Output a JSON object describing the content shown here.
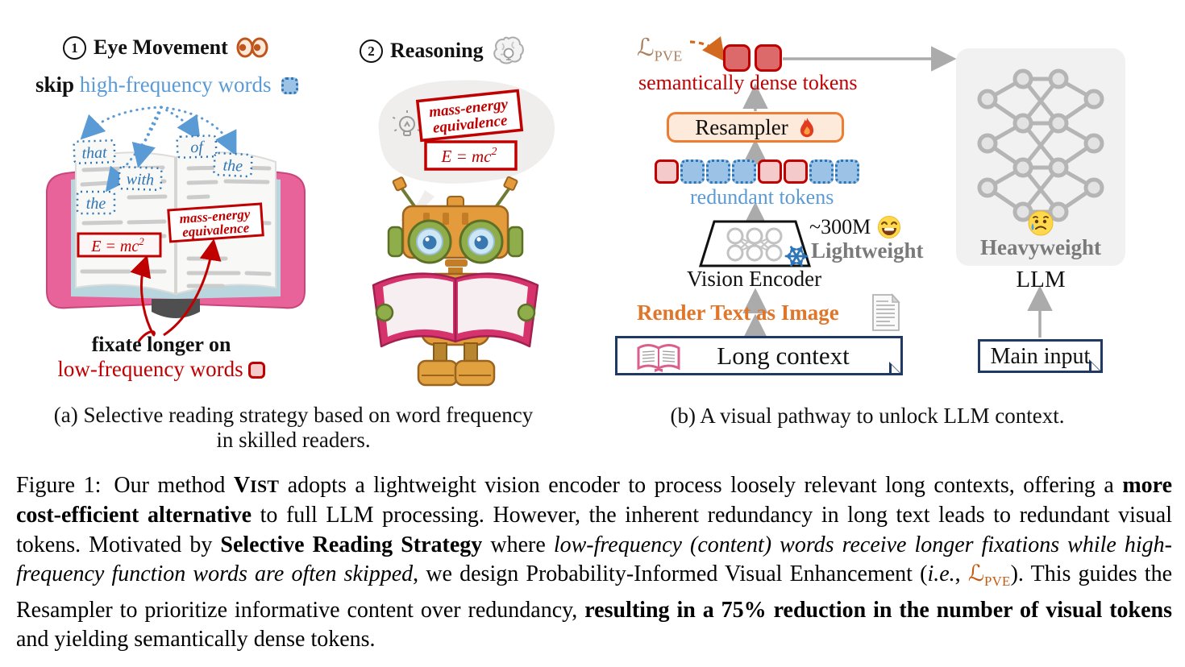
{
  "panel_a": {
    "step1_number": "1",
    "step1_title": "Eye Movement",
    "skip_bold": "skip",
    "skip_rest": " high-frequency words",
    "word_that": "that",
    "word_with": "with",
    "word_the_left": "the",
    "word_of": "of",
    "word_the_right": "the",
    "emc_base": "E = mc",
    "emc_sup": "2",
    "mass_energy_line1": "mass-energy",
    "mass_energy_line2": "equivalence",
    "fixate_line": "fixate longer on",
    "lowfreq_line": "low-frequency words",
    "step2_number": "2",
    "step2_title": "Reasoning",
    "bubble_me_line1": "mass-energy",
    "bubble_me_line2": "equivalence",
    "bubble_emc_base": "E = mc",
    "bubble_emc_sup": "2",
    "caption_line1": "(a) Selective reading strategy based on word frequency",
    "caption_line2": "in skilled readers."
  },
  "panel_b": {
    "loss_symbol": "ℒ",
    "loss_sub": "PVE",
    "dense_tokens_label": "semantically dense tokens",
    "resampler_label": "Resampler",
    "tokens_row": [
      "red",
      "blue",
      "blue",
      "blue",
      "red",
      "red",
      "blue",
      "blue"
    ],
    "redundant_tokens_label": "redundant tokens",
    "encoder_params": "~300M",
    "encoder_weight": "Lightweight",
    "encoder_name": "Vision Encoder",
    "render_label": "Render Text as Image",
    "long_context_label": "Long context",
    "llm_weight": "Heavyweight",
    "llm_name": "LLM",
    "main_input_label": "Main input",
    "caption": "(b) A visual pathway to unlock LLM context."
  },
  "figure_caption": {
    "label": "Figure 1:",
    "r1": "Our method ",
    "vist_v": "V",
    "vist_rest": "IST",
    "r2": " adopts a lightweight vision encoder to process loosely relevant long contexts, offering a ",
    "b1": "more cost-efficient alternative",
    "r3": " to full LLM processing. However, the inherent redundancy in long text leads to redundant visual tokens. Motivated by ",
    "b2": "Selective Reading Strategy",
    "r4": " where ",
    "i1": "low-frequency (content) words receive longer fixations while high-frequency function words are often skipped",
    "r5": ", we design Probability-Informed Visual Enhancement (",
    "i2": "i.e.",
    "r6": ", ",
    "loss_symbol": "ℒ",
    "loss_sub": "PVE",
    "r7": "). This guides the Resampler to prioritize informative content over redundancy, ",
    "b3": "resulting in a 75% reduction in the number of visual tokens",
    "r8": " and yielding semantically dense tokens."
  },
  "colors": {
    "accent_blue": "#5b9bd5",
    "accent_red": "#c00000",
    "accent_orange": "#ed7d31",
    "navy": "#1f3864",
    "gray_text": "#7a7a7a"
  }
}
